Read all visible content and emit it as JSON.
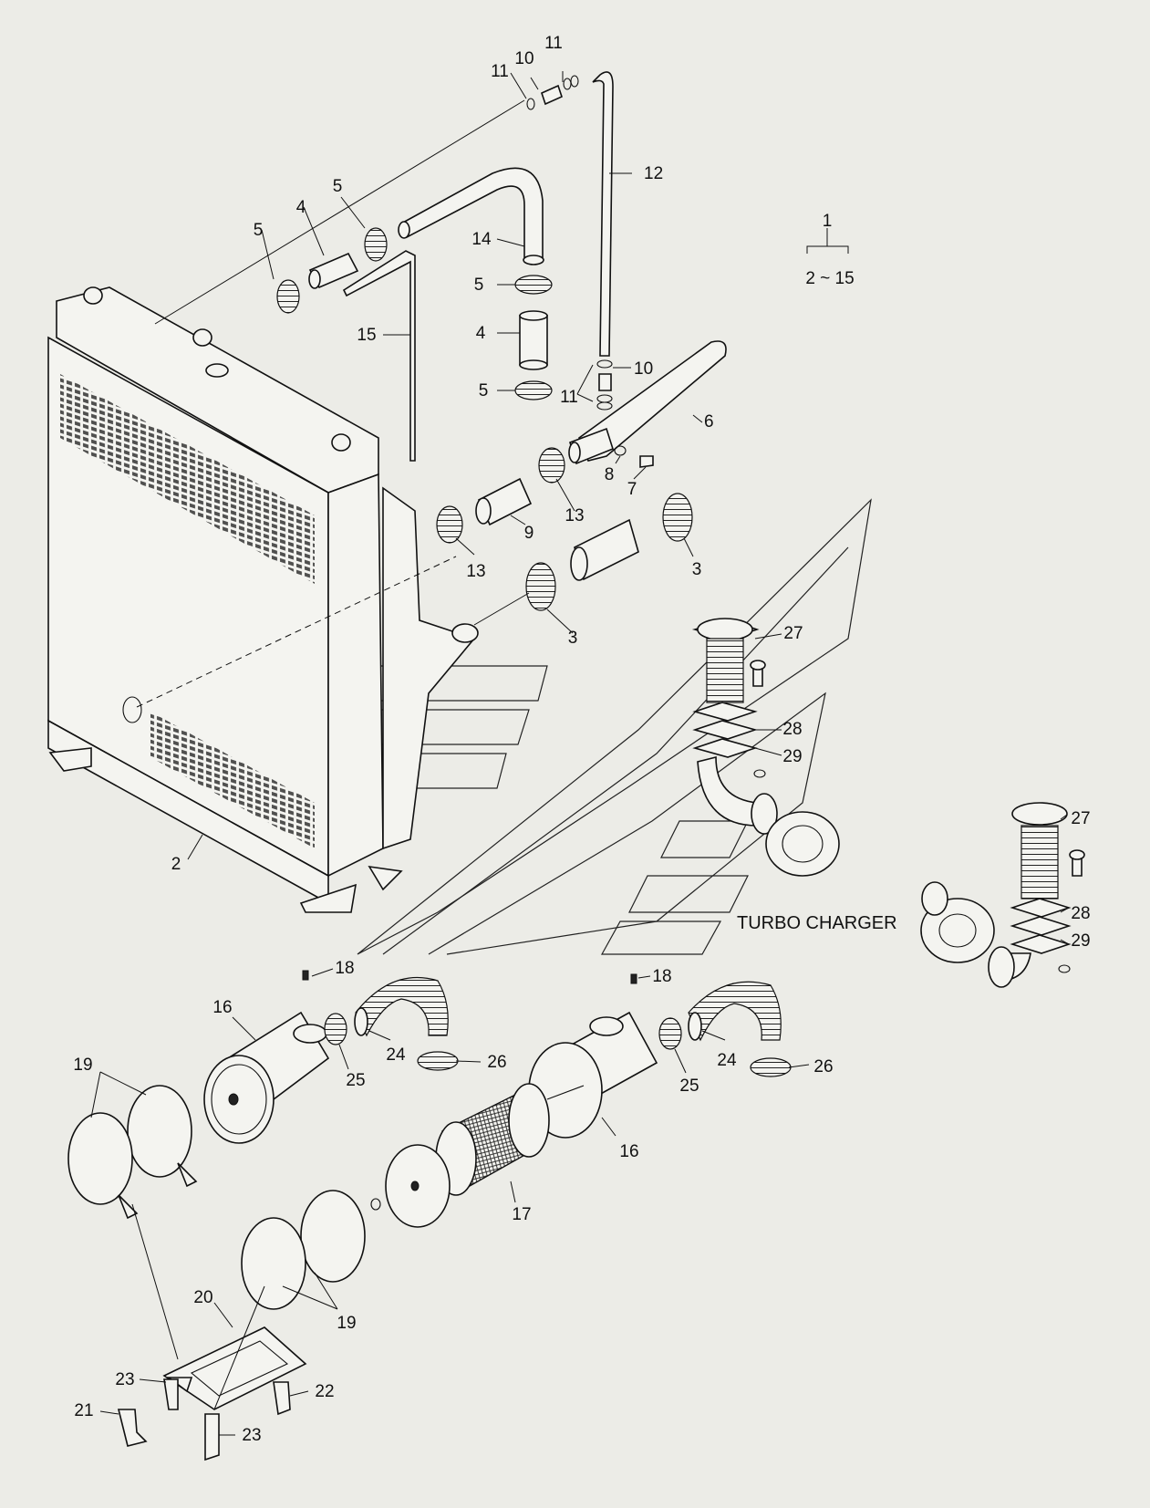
{
  "title": "TURBO CHARGER",
  "assembly": {
    "number": "1",
    "range": "2 ~ 15"
  },
  "callouts": [
    "2",
    "3",
    "3",
    "4",
    "4",
    "5",
    "5",
    "5",
    "5",
    "6",
    "7",
    "8",
    "9",
    "10",
    "10",
    "11",
    "11",
    "11",
    "12",
    "13",
    "13",
    "14",
    "15",
    "16",
    "16",
    "17",
    "18",
    "18",
    "19",
    "19",
    "20",
    "21",
    "22",
    "23",
    "23",
    "24",
    "24",
    "25",
    "25",
    "26",
    "26",
    "27",
    "27",
    "28",
    "28",
    "29",
    "29"
  ]
}
